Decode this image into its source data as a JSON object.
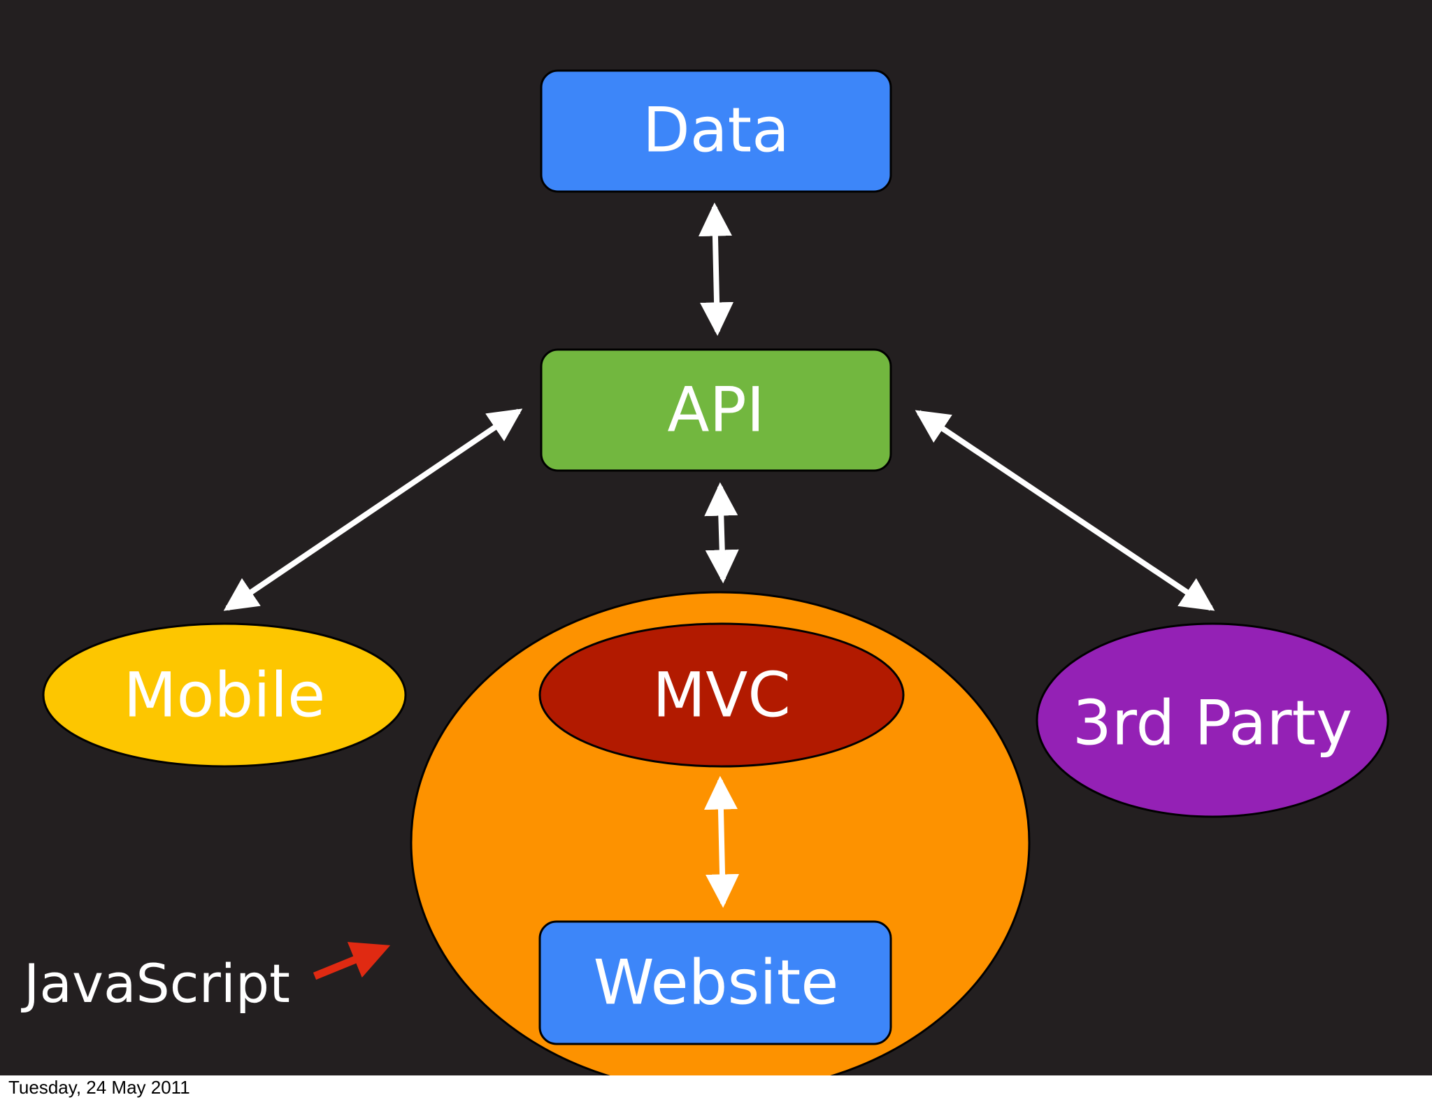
{
  "nodes": {
    "data": {
      "label": "Data",
      "color": "#3d86f9"
    },
    "api": {
      "label": "API",
      "color": "#72b73f"
    },
    "mobile": {
      "label": "Mobile",
      "color": "#fdc600"
    },
    "mvc": {
      "label": "MVC",
      "color": "#b21a00"
    },
    "third_party": {
      "label": "3rd Party",
      "color": "#9421b5"
    },
    "website": {
      "label": "Website",
      "color": "#3d86f9"
    },
    "javascript_container": {
      "color": "#fd9200"
    }
  },
  "annotation": {
    "label": "JavaScript",
    "arrow_color": "#e02a12"
  },
  "footer": {
    "date": "Tuesday, 24 May 2011"
  },
  "colors": {
    "background": "#231f20",
    "arrows": "#ffffff"
  }
}
